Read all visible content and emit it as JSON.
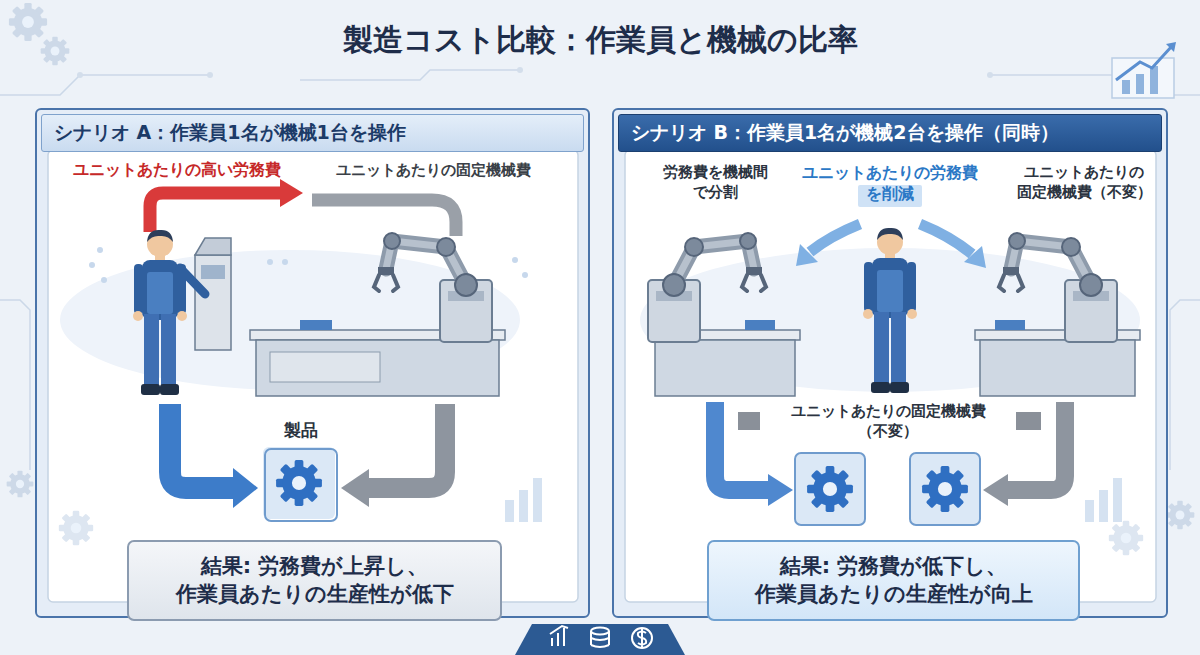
{
  "diagram": {
    "title": "製造コスト比較：作業員と機械の比率",
    "nodes": [
      {
        "text": [
          "シナリオ A：作業員1名が機械1台を操作"
        ]
      },
      {
        "text": [
          "製品"
        ],
        "in": 0
      },
      {
        "text": [
          "結果: 労務費が上昇し、 作業員あたりの生産性が低下"
        ],
        "in": 0
      },
      {
        "text": [
          "シナリオ B：作業員1名が機械2台を操作（同時）"
        ]
      },
      {
        "text": [
          "結果: 労務費が低下し、 作業員あたりの生産性が向上"
        ],
        "in": 3
      }
    ],
    "labels": [
      "ユニットあたりの高い労務費",
      "ユニットあたりの固定機械費",
      "労務費を機械間 で分割",
      "ユニットあたりの労務費 を削減",
      "ユニットあたりの 固定機械費（不変）",
      "ユニットあたりの固定機械費 （不変）"
    ]
  }
}
